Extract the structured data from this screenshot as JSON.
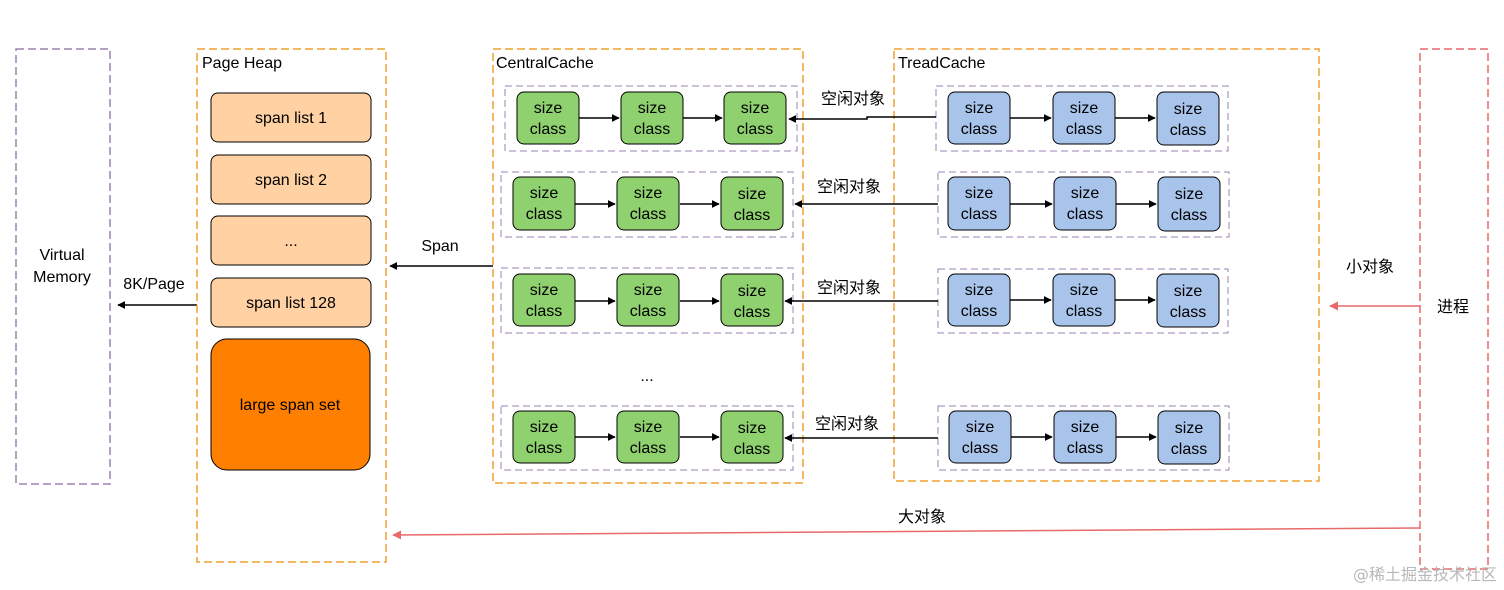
{
  "colors": {
    "orange_border": "#f0a030",
    "purple_dash": "#9a82b4",
    "span_fill": "#ffd1a3",
    "large_fill": "#ff8000",
    "green_fill": "#8fd16f",
    "blue_fill": "#a9c4eb",
    "red_arrow": "#e86a6a"
  },
  "virtual_memory": {
    "line1": "Virtual",
    "line2": "Memory"
  },
  "page_heap": {
    "title": "Page Heap",
    "items": [
      "span list 1",
      "span list 2",
      "...",
      "span list 128"
    ],
    "large": "large span set"
  },
  "central_cache": {
    "title": "CentralCache",
    "dots": "..."
  },
  "thread_cache": {
    "title": "TreadCache"
  },
  "size_class": {
    "line1": "size",
    "line2": "class"
  },
  "free_object_label": "空闲对象",
  "labels": {
    "page_size": "8K/Page",
    "span": "Span",
    "small_object": "小对象",
    "process": "进程",
    "large_object": "大对象"
  },
  "watermark": "@稀土掘金技术社区"
}
